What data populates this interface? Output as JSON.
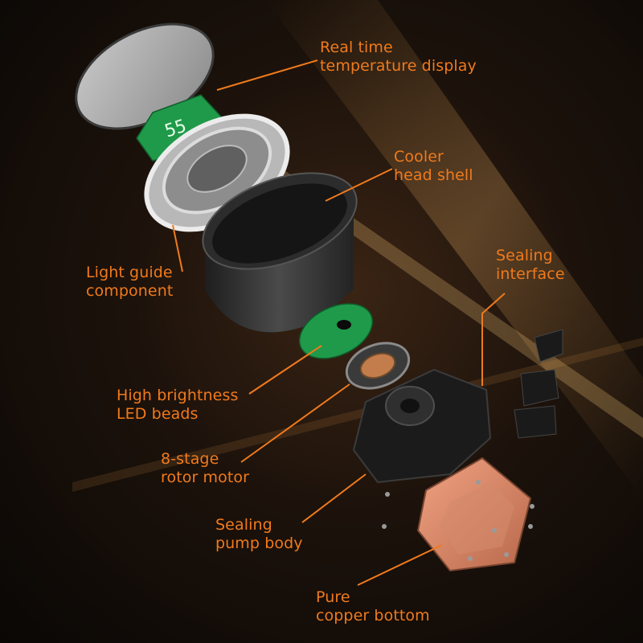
{
  "diagram": {
    "accent_color": "#f07a1c",
    "display_digits": "55",
    "labels": {
      "temperature_display": [
        "Real time",
        "temperature display"
      ],
      "cooler_shell": [
        "Cooler",
        "head shell"
      ],
      "light_guide": [
        "Light guide",
        "component"
      ],
      "sealing_interface": [
        "Sealing",
        "interface"
      ],
      "led_beads": [
        "High brightness",
        "LED beads"
      ],
      "rotor_motor": [
        "8-stage",
        "rotor motor"
      ],
      "pump_body": [
        "Sealing",
        "pump body"
      ],
      "copper_bottom": [
        "Pure",
        "copper bottom"
      ]
    }
  }
}
